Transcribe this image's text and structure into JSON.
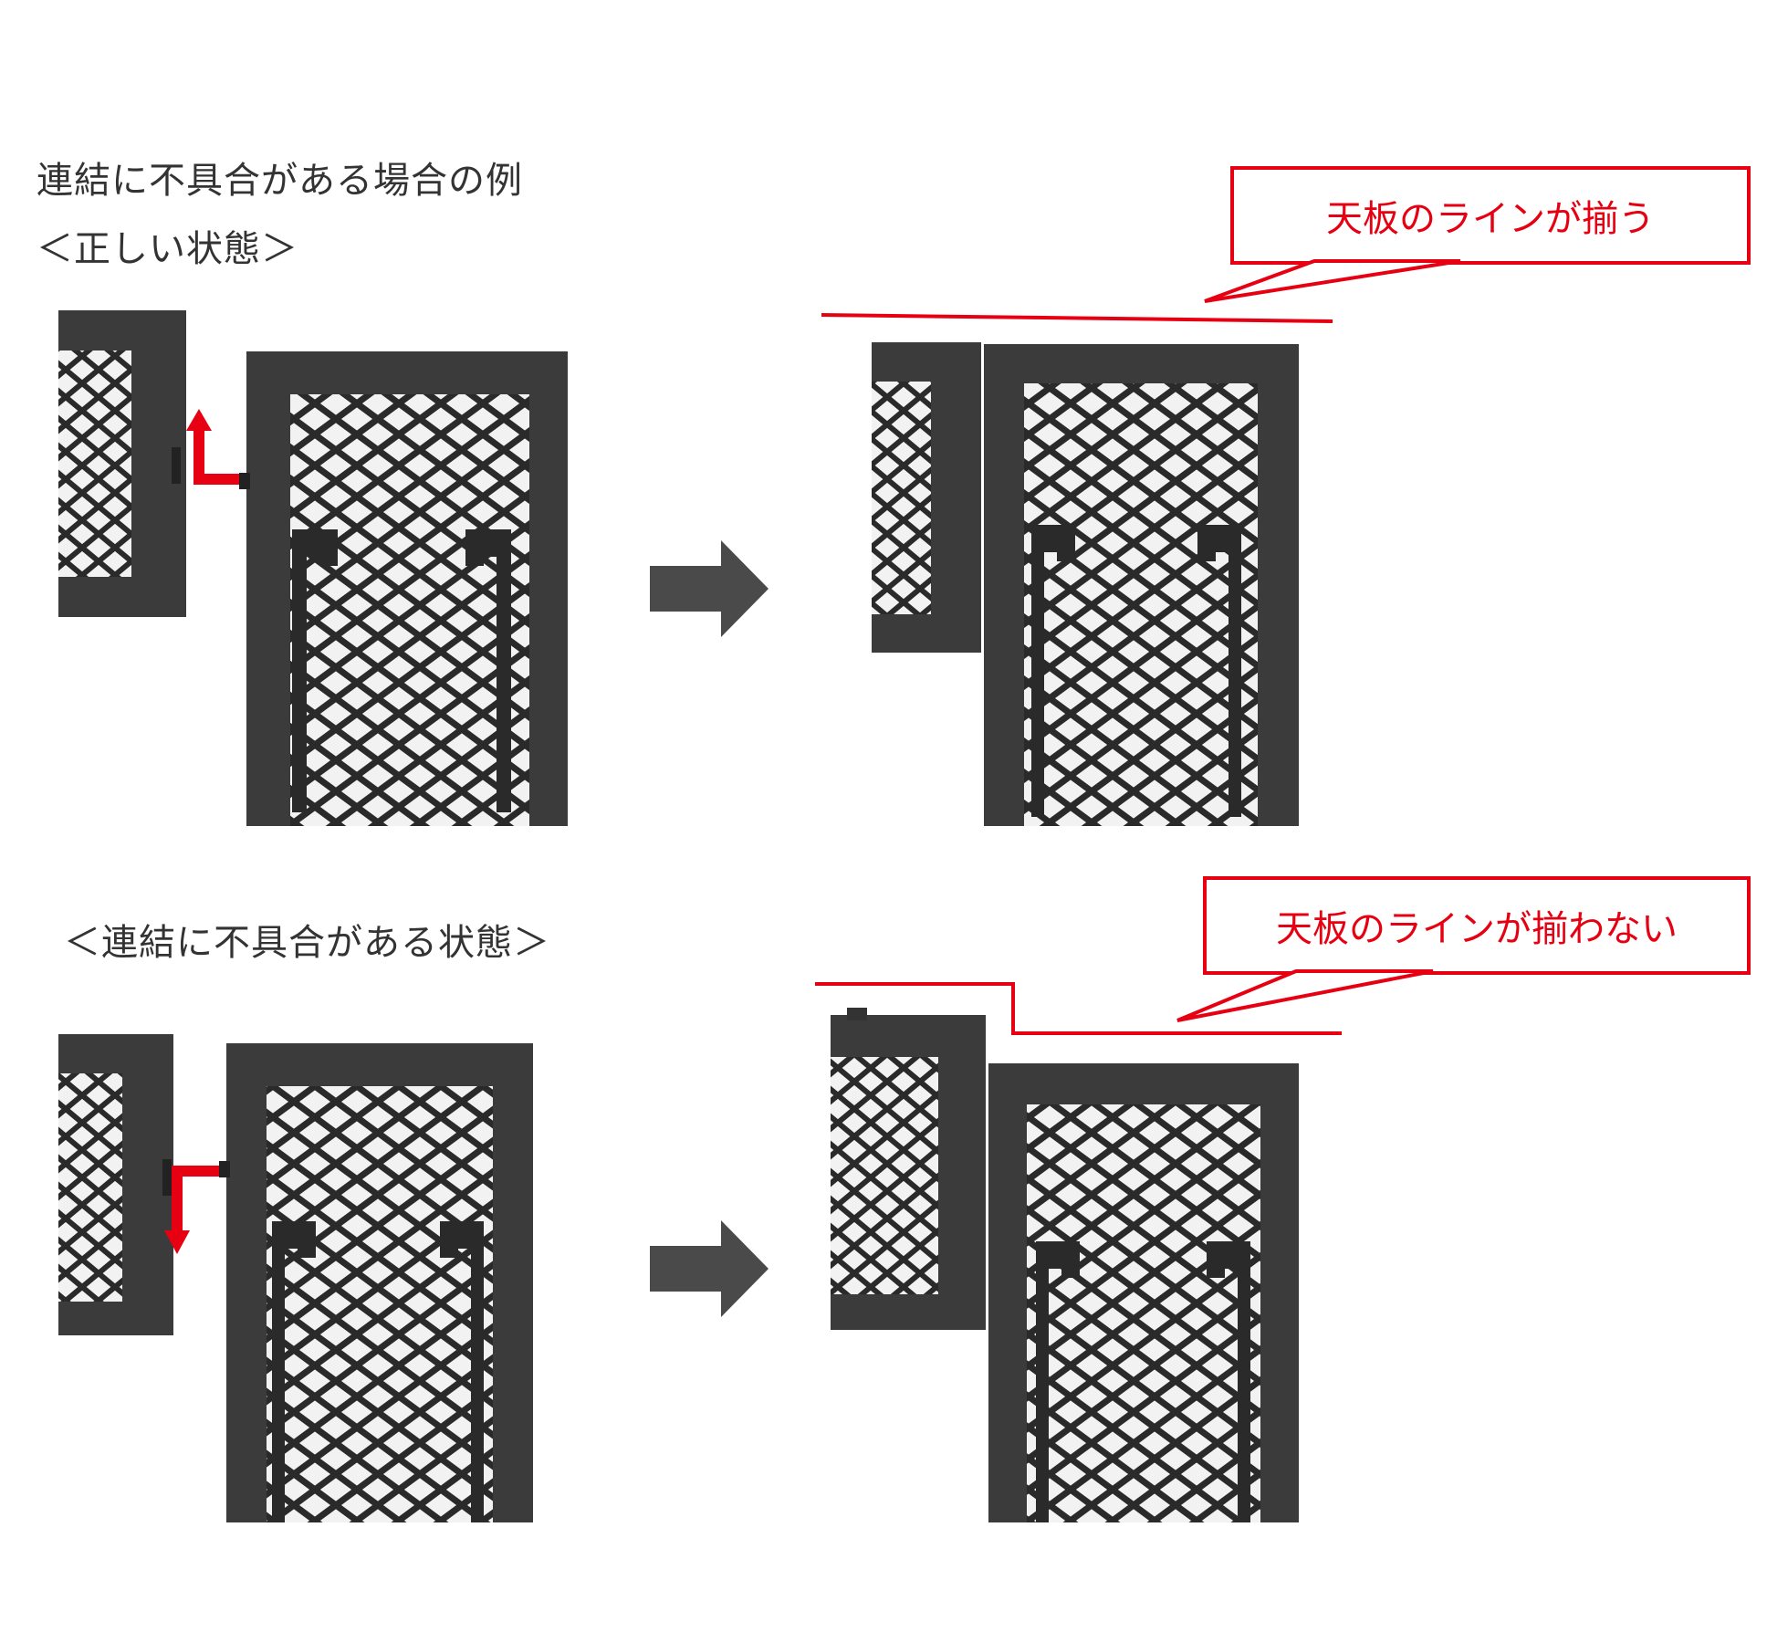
{
  "title": "連結に不具合がある場合の例",
  "section_correct": {
    "label": "＜正しい状態＞",
    "callout": "天板のラインが揃う"
  },
  "section_incorrect": {
    "label": "＜連結に不具合がある状態＞",
    "callout": "天板のラインが揃わない"
  },
  "colors": {
    "frame": "#3b3b3b",
    "mesh": "#2a2a2a",
    "accent_red": "#e60012",
    "arrow_gray": "#4a4a4a"
  }
}
